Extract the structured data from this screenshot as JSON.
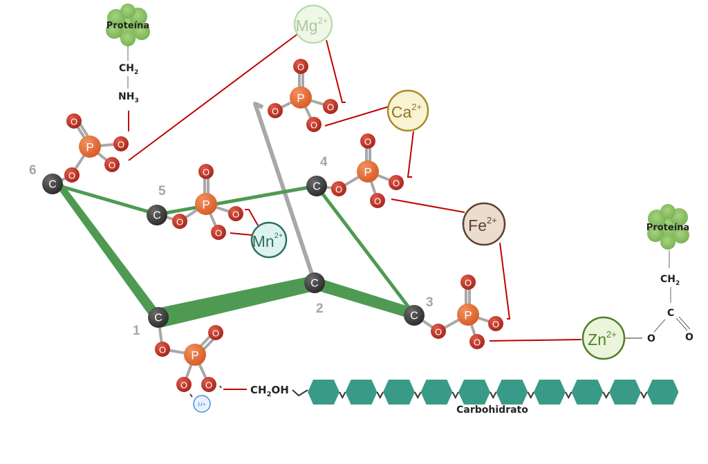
{
  "title": "Unión de iones metálicos a grupos fosfato en un anillo de azúcar",
  "colors": {
    "ring_green": "#4e9a52",
    "carbon": "#3d3d3d",
    "oxygen": "#c0392b",
    "phosphorus": "#e8703a",
    "bond_grey": "#a8a8a8",
    "ionic_link_red": "#c00000",
    "carbohydrate_teal": "#3a9a88",
    "protein_green": "#8fc46a",
    "number_grey": "#a5a5a5"
  },
  "atoms": {
    "carbon_symbol": "C",
    "oxygen_symbol": "O",
    "phosphorus_symbol": "P"
  },
  "ring": {
    "carbons": [
      {
        "id": "c1",
        "number": "1"
      },
      {
        "id": "c2",
        "number": "2"
      },
      {
        "id": "c3",
        "number": "3"
      },
      {
        "id": "c4",
        "number": "4"
      },
      {
        "id": "c5",
        "number": "5"
      },
      {
        "id": "c6",
        "number": "6"
      }
    ]
  },
  "ions": [
    {
      "id": "mg",
      "symbol": "Mg",
      "charge": "2+",
      "fill": "#eef7e8",
      "stroke": "#b9dcaa",
      "text": "#a9c9a0"
    },
    {
      "id": "ca",
      "symbol": "Ca",
      "charge": "2+",
      "fill": "#f8f3d2",
      "stroke": "#a88a2a",
      "text": "#8c7420"
    },
    {
      "id": "mn",
      "symbol": "Mn",
      "charge": "2+",
      "fill": "#dff3ee",
      "stroke": "#2c6e5e",
      "text": "#2c6e5e"
    },
    {
      "id": "fe",
      "symbol": "Fe",
      "charge": "2+",
      "fill": "#ecdccd",
      "stroke": "#5a4032",
      "text": "#5a4032"
    },
    {
      "id": "zn",
      "symbol": "Zn",
      "charge": "2+",
      "fill": "#eaf5dc",
      "stroke": "#4d7e26",
      "text": "#4d7e26"
    }
  ],
  "protein_top": {
    "label": "Proteína",
    "chain": [
      {
        "main": "CH",
        "sub": "2"
      },
      {
        "main": "NH",
        "sub": "3"
      }
    ]
  },
  "protein_right": {
    "label": "Proteína",
    "chain": [
      {
        "main": "CH",
        "sub": "2"
      },
      {
        "main": "C",
        "sub": ""
      }
    ],
    "oxygens": [
      "O",
      "O"
    ]
  },
  "carbohydrate": {
    "label": "Carbohidrato",
    "link_group": {
      "main": "CH",
      "sub": "2",
      "tail": "OH"
    },
    "units": 10
  },
  "proton": {
    "label": "H+"
  }
}
